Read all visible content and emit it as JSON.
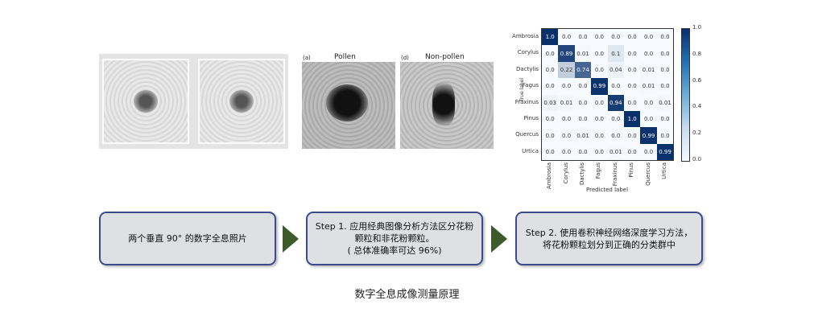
{
  "panels": {
    "pollen_tag": "(a)",
    "pollen_title": "Pollen",
    "nonpollen_tag": "(d)",
    "nonpollen_title": "Non-pollen"
  },
  "chart_data": {
    "type": "heatmap",
    "title": "",
    "xlabel": "Predicted label",
    "ylabel": "True label",
    "labels": [
      "Ambrosia",
      "Corylus",
      "Dactylis",
      "Fagus",
      "Fraxinus",
      "Pinus",
      "Quercus",
      "Urtica"
    ],
    "matrix": [
      [
        "1.0",
        "0.0",
        "0.0",
        "0.0",
        "0.0",
        "0.0",
        "0.0",
        "0.0"
      ],
      [
        "0.0",
        "0.89",
        "0.01",
        "0.0",
        "0.1",
        "0.0",
        "0.0",
        "0.0"
      ],
      [
        "0.0",
        "0.22",
        "0.74",
        "0.0",
        "0.04",
        "0.0",
        "0.01",
        "0.0"
      ],
      [
        "0.0",
        "0.0",
        "0.0",
        "0.99",
        "0.0",
        "0.0",
        "0.01",
        "0.0"
      ],
      [
        "0.03",
        "0.01",
        "0.0",
        "0.0",
        "0.94",
        "0.0",
        "0.0",
        "0.01"
      ],
      [
        "0.0",
        "0.0",
        "0.0",
        "0.0",
        "0.0",
        "1.0",
        "0.0",
        "0.0"
      ],
      [
        "0.0",
        "0.0",
        "0.01",
        "0.0",
        "0.0",
        "0.0",
        "0.99",
        "0.0"
      ],
      [
        "0.0",
        "0.0",
        "0.0",
        "0.0",
        "0.01",
        "0.0",
        "0.0",
        "0.99"
      ]
    ],
    "colorbar_ticks": [
      "1.0",
      "0.8",
      "0.6",
      "0.4",
      "0.2",
      "0.0"
    ],
    "colorbar_range": [
      0,
      1
    ]
  },
  "flow": {
    "box1": "两个垂直 90° 的数字全息照片",
    "box2_line1": "Step 1. 应用经典图像分析方法区分花粉颗粒和非花粉颗粒。",
    "box2_line2": "( 总体准确率可达 96%)",
    "box3": "Step 2. 使用卷积神经网络深度学习方法，将花粉颗粒划分到正确的分类群中"
  },
  "caption": "数字全息成像测量原理",
  "colors": {
    "box_border": "#3a4a8c",
    "box_fill": "#dfe0e4",
    "arrow": "#3d5a2a"
  }
}
